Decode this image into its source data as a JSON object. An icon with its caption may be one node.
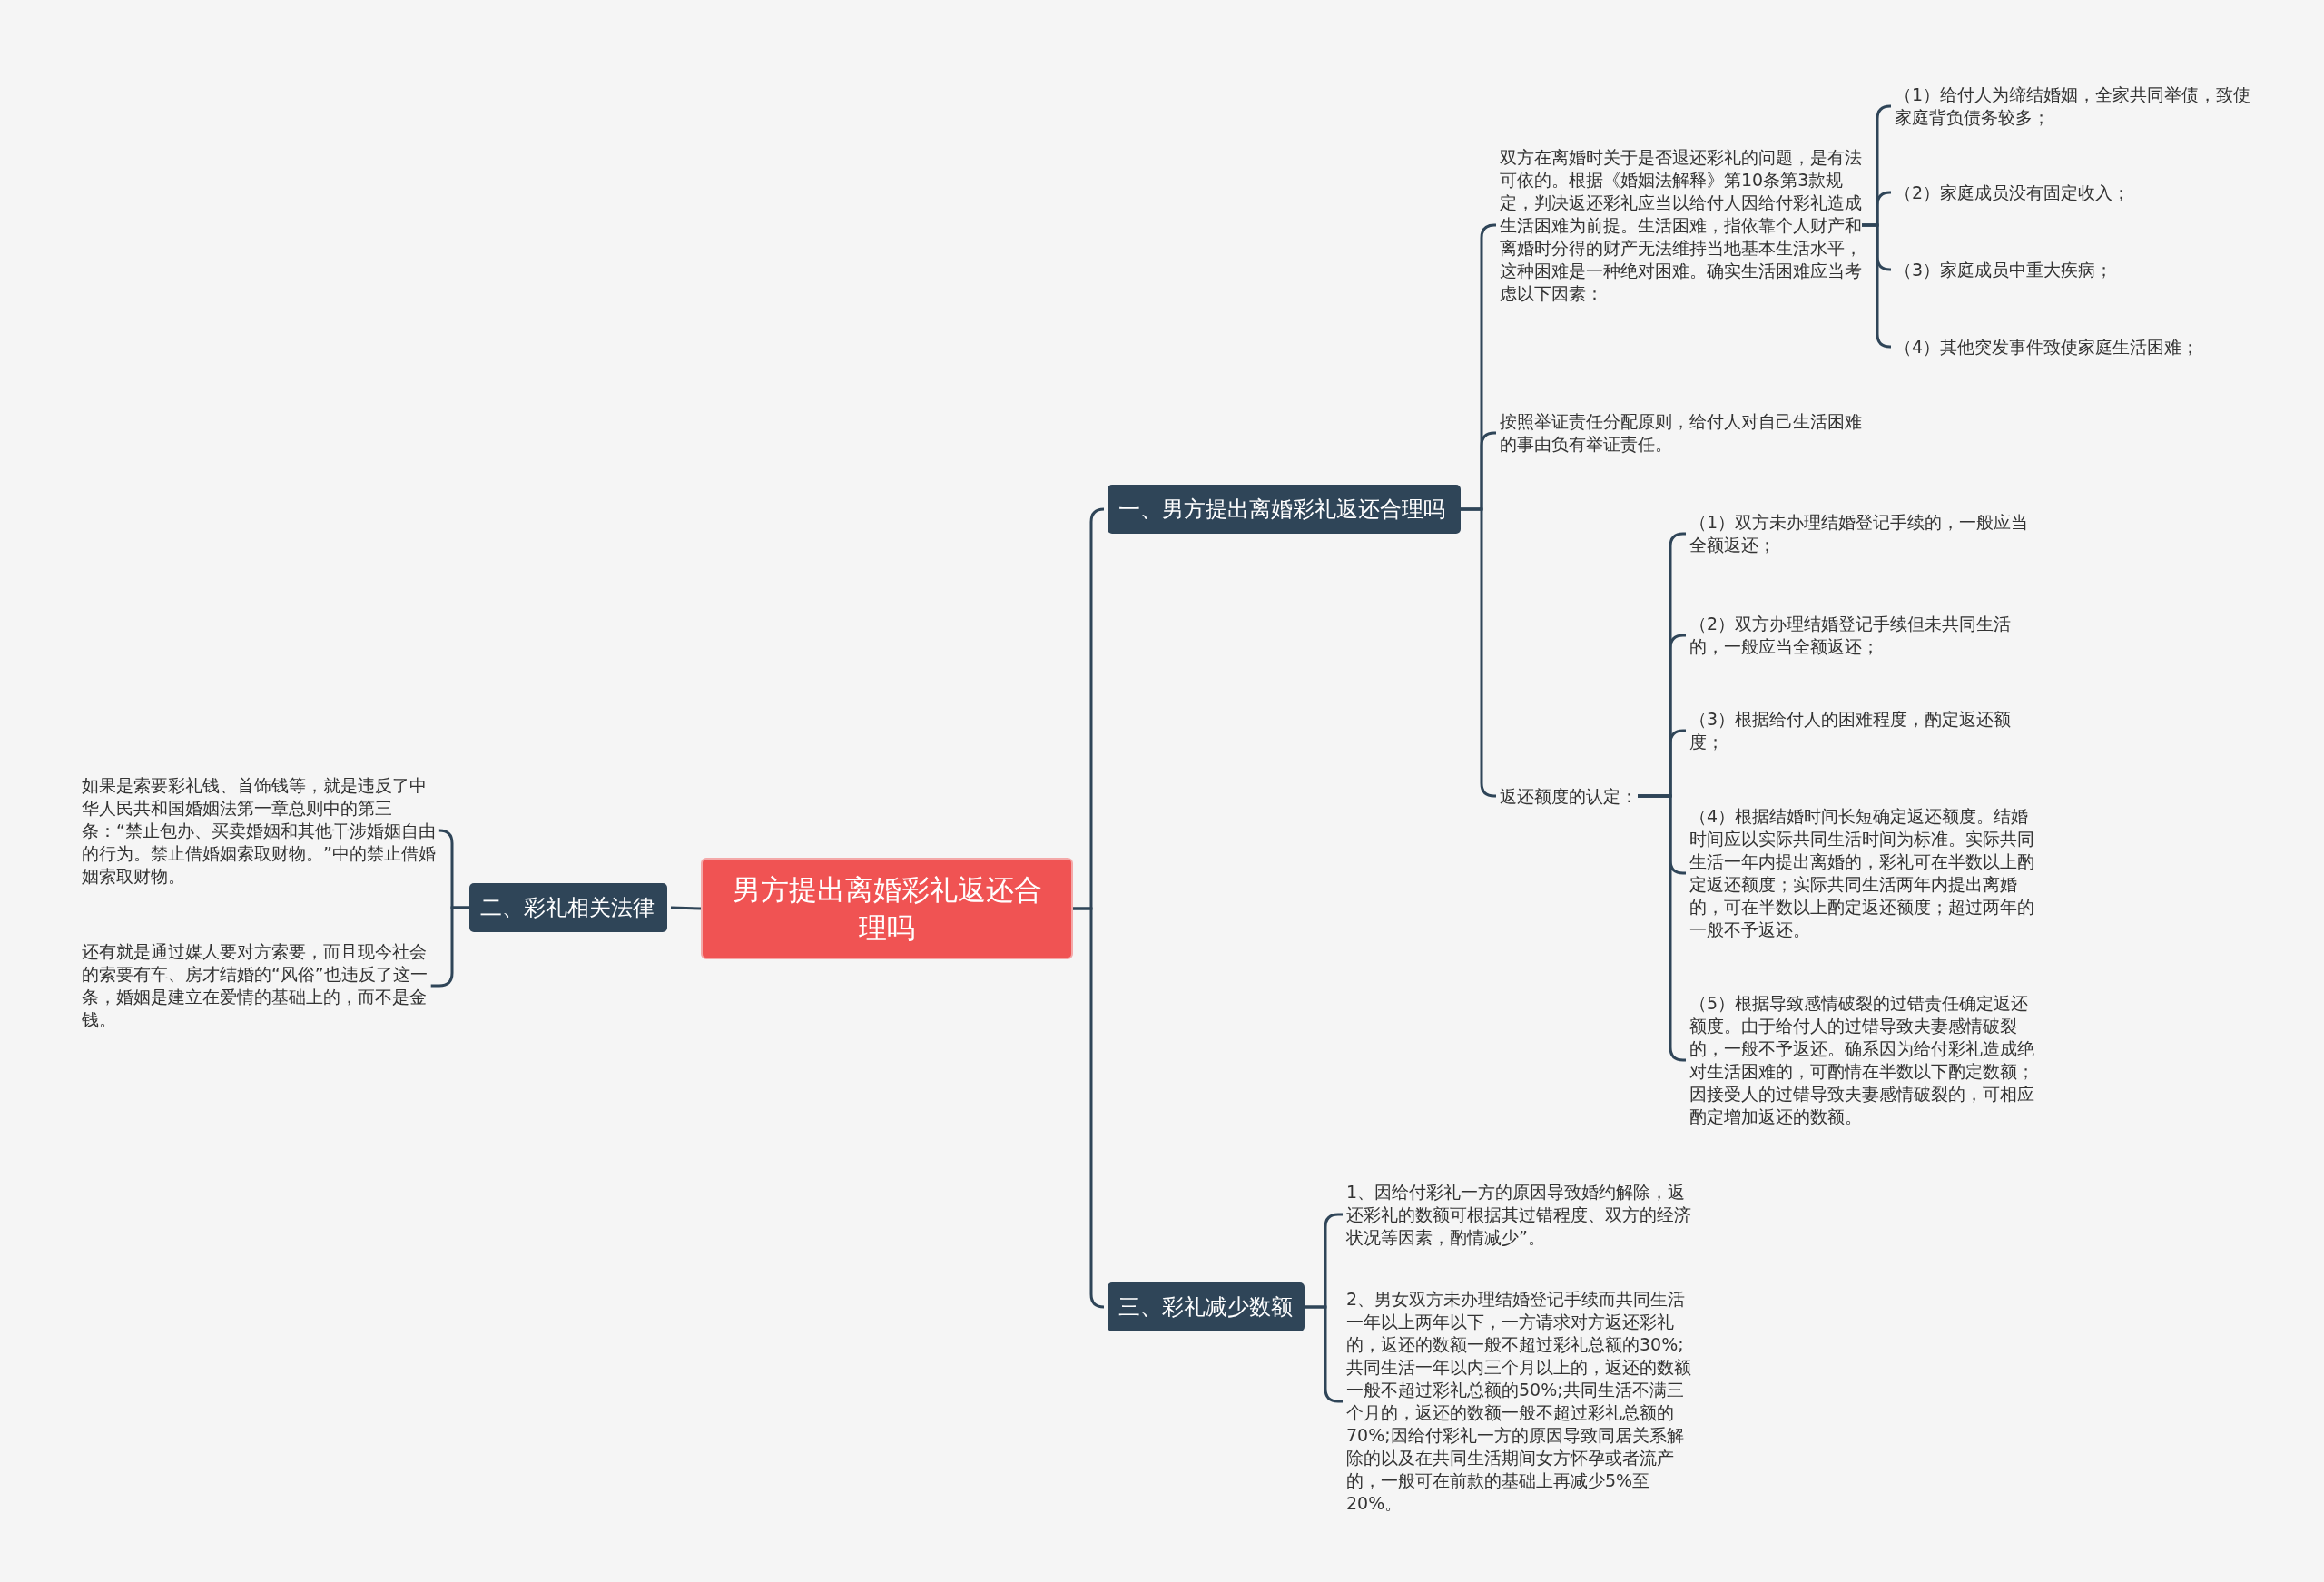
{
  "diagram": {
    "nodes": [
      {
        "text": [
          "男方提出离婚彩礼返还合理吗"
        ]
      },
      {
        "text": [
          "一、男方提出离婚彩礼返还合理吗"
        ]
      },
      {
        "text": [
          "双方在离婚时关于是否退还彩礼的问题，是有法可依的。根据《婚姻法解释》第10条第3款规定，判决返还彩礼应当以给付人因给付彩礼造成生活困难为前提。生活困难，指依靠个人财产和离婚时分得的财产无法维持当地基本生活水平，这种困难是一种绝对困难。确实生活困难应当考虑以下因素："
        ]
      },
      {
        "text": [
          "（1）给付人为缔结婚姻，全家共同举债，致使家庭背负债务较多；"
        ]
      },
      {
        "text": [
          "（2）家庭成员没有固定收入；"
        ]
      },
      {
        "text": [
          "（3）家庭成员中重大疾病；"
        ]
      },
      {
        "text": [
          "（4）其他突发事件致使家庭生活困难；"
        ]
      },
      {
        "text": [
          "按照举证责任分配原则，给付人对自己生活困难的事由负有举证责任。"
        ]
      },
      {
        "text": [
          "返还额度的认定："
        ]
      },
      {
        "text": [
          "（1）双方未办理结婚登记手续的，一般应当全额返还；"
        ]
      },
      {
        "text": [
          "（2）双方办理结婚登记手续但未共同生活的，一般应当全额返还；"
        ]
      },
      {
        "text": [
          "（3）根据给付人的困难程度，酌定返还额度；"
        ]
      },
      {
        "text": [
          "（4）根据结婚时间长短确定返还额度。结婚时间应以实际共同生活时间为标准。实际共同生活一年内提出离婚的，彩礼可在半数以上酌定返还额度；实际共同生活两年内提出离婚的，可在半数以上酌定返还额度；超过两年的一般不予返还。"
        ]
      },
      {
        "text": [
          "（5）根据导致感情破裂的过错责任确定返还额度。由于给付人的过错导致夫妻感情破裂的，一般不予返还。确系因为给付彩礼造成绝对生活困难的，可酌情在半数以下酌定数额；因接受人的过错导致夫妻感情破裂的，可相应酌定增加返还的数额。"
        ]
      },
      {
        "text": [
          "二、彩礼相关法律"
        ]
      },
      {
        "text": [
          "如果是索要彩礼钱、首饰钱等，就是违反了中华人民共和国婚姻法第一章总则中的第三条：“禁止包办、买卖婚姻和其他干涉婚姻自由的行为。禁止借婚姻索取财物。”中的禁止借婚姻索取财物。"
        ]
      },
      {
        "text": [
          "还有就是通过媒人要对方索要，而且现今社会的索要有车、房才结婚的“风俗”也违反了这一条，婚姻是建立在爱情的基础上的，而不是金钱。"
        ]
      },
      {
        "text": [
          "三、彩礼减少数额"
        ]
      },
      {
        "text": [
          "1、因给付彩礼一方的原因导致婚约解除，返还彩礼的数额可根据其过错程度、双方的经济状况等因素，酌情减少”。"
        ]
      },
      {
        "text": [
          "2、男女双方未办理结婚登记手续而共同生活一年以上两年以下，一方请求对方返还彩礼的，返还的数额一般不超过彩礼总额的30%;共同生活一年以内三个月以上的，返还的数额一般不超过彩礼总额的50%;共同生活不满三个月的，返还的数额一般不超过彩礼总额的70%;因给付彩礼一方的原因导致同居关系解除的以及在共同生活期间女方怀孕或者流产的，一般可在前款的基础上再减少5%至20%。"
        ]
      }
    ],
    "edges": [
      {
        "from": 0,
        "to": 1,
        "arrow": "none"
      },
      {
        "from": 1,
        "to": 2,
        "arrow": "none"
      },
      {
        "from": 2,
        "to": 3,
        "arrow": "none"
      },
      {
        "from": 2,
        "to": 4,
        "arrow": "none"
      },
      {
        "from": 2,
        "to": 5,
        "arrow": "none"
      },
      {
        "from": 2,
        "to": 6,
        "arrow": "none"
      },
      {
        "from": 1,
        "to": 7,
        "arrow": "none"
      },
      {
        "from": 1,
        "to": 8,
        "arrow": "none"
      },
      {
        "from": 8,
        "to": 9,
        "arrow": "none"
      },
      {
        "from": 8,
        "to": 10,
        "arrow": "none"
      },
      {
        "from": 8,
        "to": 11,
        "arrow": "none"
      },
      {
        "from": 8,
        "to": 12,
        "arrow": "none"
      },
      {
        "from": 8,
        "to": 13,
        "arrow": "none"
      },
      {
        "from": 0,
        "to": 14,
        "arrow": "none"
      },
      {
        "from": 14,
        "to": 15,
        "arrow": "none"
      },
      {
        "from": 14,
        "to": 16,
        "arrow": "none"
      },
      {
        "from": 0,
        "to": 17,
        "arrow": "none"
      },
      {
        "from": 17,
        "to": 18,
        "arrow": "none"
      },
      {
        "from": 17,
        "to": 19,
        "arrow": "none"
      }
    ]
  }
}
